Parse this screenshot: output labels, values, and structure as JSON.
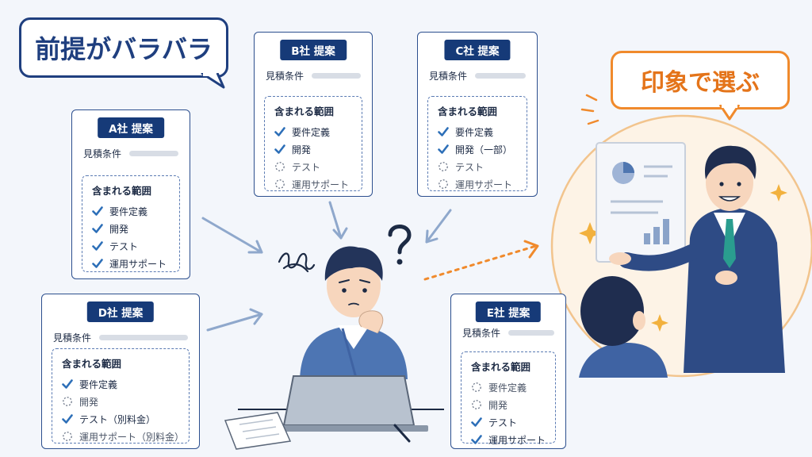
{
  "header_left": {
    "text": "前提がバラバラ"
  },
  "header_right": {
    "text": "印象で選ぶ"
  },
  "cond_label": "見積条件",
  "scope_label": "含まれる範囲",
  "colors": {
    "navy": "#163a78",
    "orange": "#f08a2c",
    "check": "#2d6fb8",
    "arrow": "#8fa8cc"
  },
  "cards": {
    "a": {
      "title": "A社 提案",
      "items": [
        {
          "label": "要件定義",
          "included": true,
          "icon": "check-icon"
        },
        {
          "label": "開発",
          "included": true,
          "icon": "check-icon"
        },
        {
          "label": "テスト",
          "included": true,
          "icon": "check-icon"
        },
        {
          "label": "運用サポート",
          "included": true,
          "icon": "check-icon"
        }
      ]
    },
    "b": {
      "title": "B社 提案",
      "items": [
        {
          "label": "要件定義",
          "included": true,
          "icon": "check-icon"
        },
        {
          "label": "開発",
          "included": true,
          "icon": "check-icon"
        },
        {
          "label": "テスト",
          "included": false,
          "icon": "dashed-circle-icon"
        },
        {
          "label": "運用サポート",
          "included": false,
          "icon": "dashed-circle-icon"
        }
      ]
    },
    "c": {
      "title": "C社 提案",
      "items": [
        {
          "label": "要件定義",
          "included": true,
          "icon": "check-icon"
        },
        {
          "label": "開発（一部）",
          "included": true,
          "icon": "check-icon"
        },
        {
          "label": "テスト",
          "included": false,
          "icon": "dashed-circle-icon"
        },
        {
          "label": "運用サポート",
          "included": false,
          "icon": "dashed-circle-icon"
        }
      ]
    },
    "d": {
      "title": "D社 提案",
      "items": [
        {
          "label": "要件定義",
          "included": true,
          "icon": "check-icon"
        },
        {
          "label": "開発",
          "included": false,
          "icon": "dashed-circle-icon"
        },
        {
          "label": "テスト（別料金）",
          "included": true,
          "icon": "check-icon"
        },
        {
          "label": "運用サポート（別料金）",
          "included": false,
          "icon": "dashed-circle-icon"
        }
      ]
    },
    "e": {
      "title": "E社 提案",
      "items": [
        {
          "label": "要件定義",
          "included": false,
          "icon": "dashed-circle-icon"
        },
        {
          "label": "開発",
          "included": false,
          "icon": "dashed-circle-icon"
        },
        {
          "label": "テスト",
          "included": true,
          "icon": "check-icon"
        },
        {
          "label": "運用サポート",
          "included": true,
          "icon": "check-icon"
        }
      ]
    }
  }
}
